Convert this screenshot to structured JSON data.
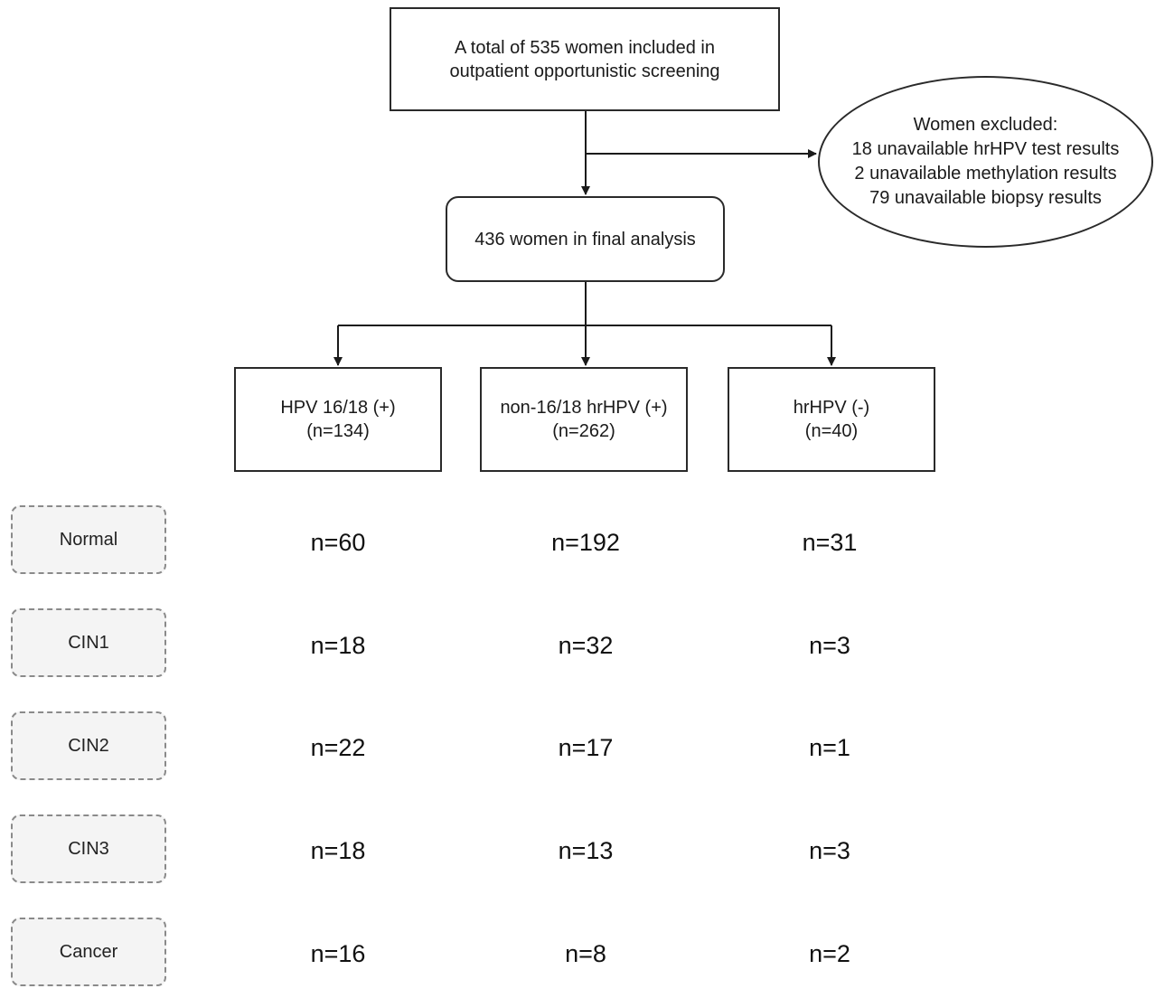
{
  "nodes": {
    "total": [
      "A total of 535 women included in",
      "outpatient opportunistic screening"
    ],
    "excluded": [
      "Women excluded:",
      "18 unavailable hrHPV test results",
      "2 unavailable methylation results",
      "79 unavailable biopsy results"
    ],
    "final": "436 women in final analysis",
    "groups": [
      {
        "label": "HPV 16/18 (+)",
        "count": "(n=134)"
      },
      {
        "label": "non-16/18 hrHPV (+)",
        "count": "(n=262)"
      },
      {
        "label": "hrHPV (-)",
        "count": "(n=40)"
      }
    ]
  },
  "outcomes": {
    "categories": [
      "Normal",
      "CIN1",
      "CIN2",
      "CIN3",
      "Cancer"
    ],
    "rows": [
      [
        "n=60",
        "n=192",
        "n=31"
      ],
      [
        "n=18",
        "n=32",
        "n=3"
      ],
      [
        "n=22",
        "n=17",
        "n=1"
      ],
      [
        "n=18",
        "n=13",
        "n=3"
      ],
      [
        "n=16",
        "n=8",
        "n=2"
      ]
    ]
  },
  "colors": {
    "line": "#1a1a1a",
    "category_fill": "#f4f4f4",
    "category_border": "#8a8a8a"
  }
}
